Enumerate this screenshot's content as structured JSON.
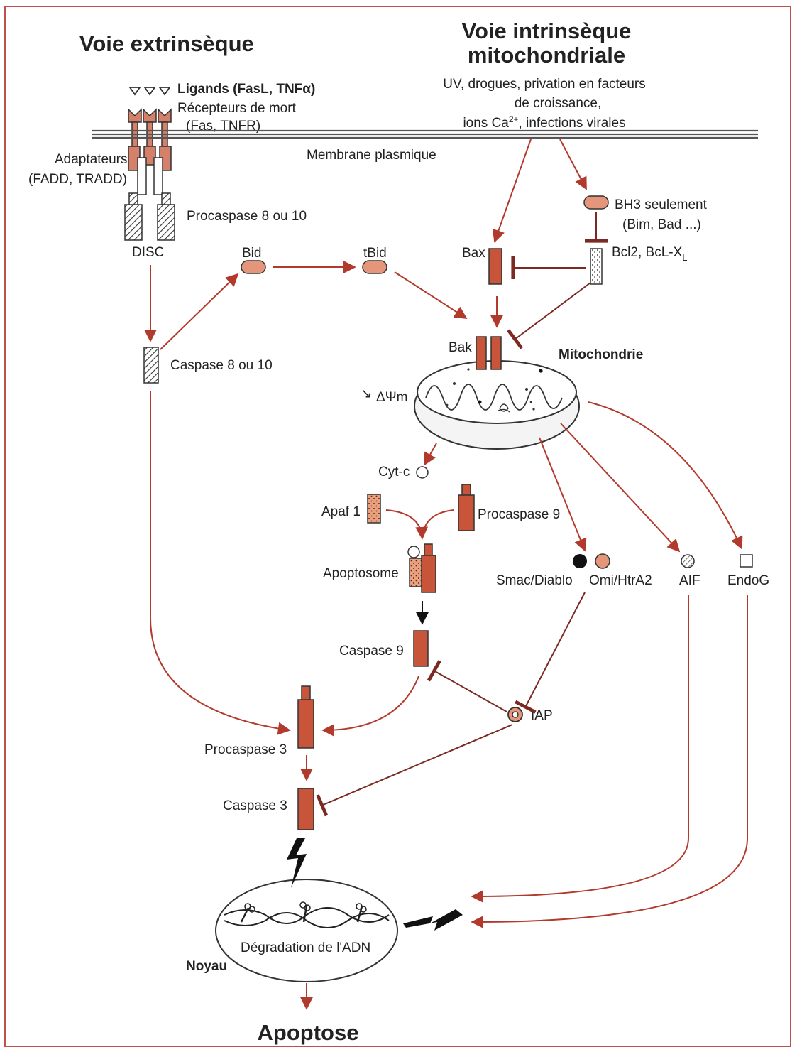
{
  "titles": {
    "extrinsic": "Voie extrinsèque",
    "intrinsic_line1": "Voie intrinsèque",
    "intrinsic_line2": "mitochondriale",
    "apoptose": "Apoptose"
  },
  "extrinsic": {
    "ligands": "Ligands (FasL, TNFα)",
    "receptors_line1": "Récepteurs de mort",
    "receptors_line2": "(Fas, TNFR)",
    "adaptors_line1": "Adaptateurs",
    "adaptors_line2": "(FADD, TRADD)",
    "procaspase8": "Procaspase 8 ou 10",
    "disc": "DISC",
    "caspase8": "Caspase 8 ou 10",
    "bid": "Bid",
    "tbid": "tBid"
  },
  "intrinsic": {
    "stimuli_line1": "UV, drogues, privation en facteurs",
    "stimuli_line2": "de croissance,",
    "stimuli_line3_prefix": "ions Ca",
    "stimuli_line3_sup": "2+",
    "stimuli_line3_suffix": ", infections virales",
    "bh3_line1": "BH3 seulement",
    "bh3_line2": "(Bim, Bad ...)",
    "bcl2": "Bcl2, BcL-X",
    "bcl2_sub": "L",
    "bax": "Bax",
    "bak": "Bak",
    "mito": "Mitochondrie",
    "delta_psi": "ΔΨm",
    "arrow_down_glyph": "↘"
  },
  "membrane": "Membrane plasmique",
  "pathway": {
    "cytc": "Cyt-c",
    "apaf": "Apaf 1",
    "procaspase9": "Procaspase 9",
    "apoptosome": "Apoptosome",
    "caspase9": "Caspase 9",
    "smac": "Smac/Diablo",
    "omi": "Omi/HtrA2",
    "aif": "AIF",
    "endog": "EndoG",
    "iap": "IAP",
    "procaspase3": "Procaspase 3",
    "caspase3": "Caspase 3"
  },
  "nucleus": {
    "label": "Noyau",
    "dna": "Dégradation de l'ADN"
  },
  "colors": {
    "frame": "#c0504d",
    "arrow": "#b23a2c",
    "caspase_fill": "#c8553a",
    "bid_fill": "#e4957a",
    "black": "#111111"
  }
}
